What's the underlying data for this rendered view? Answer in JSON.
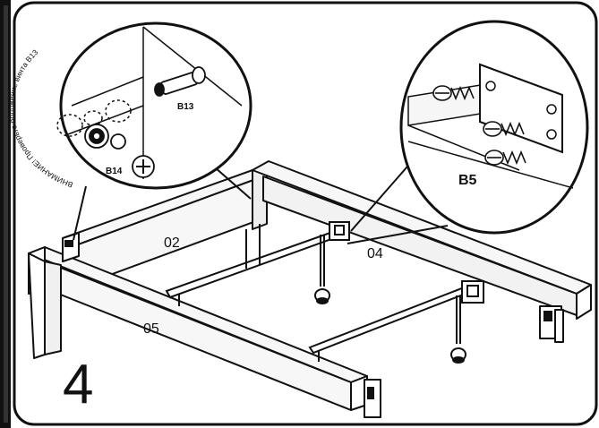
{
  "step_number": "4",
  "parts": {
    "panel_02": "02",
    "panel_04": "04",
    "panel_05": "05"
  },
  "callout_left": {
    "bolt_b13": "B13",
    "cam_b14": "B14",
    "warning_text": "ВНИМАНИЕ! Проверьте положение винта В13"
  },
  "callout_right": {
    "screw_b5": "B5"
  },
  "colors": {
    "line": "#111111",
    "background": "#ffffff",
    "frame_fill": "#f4f4f4"
  }
}
